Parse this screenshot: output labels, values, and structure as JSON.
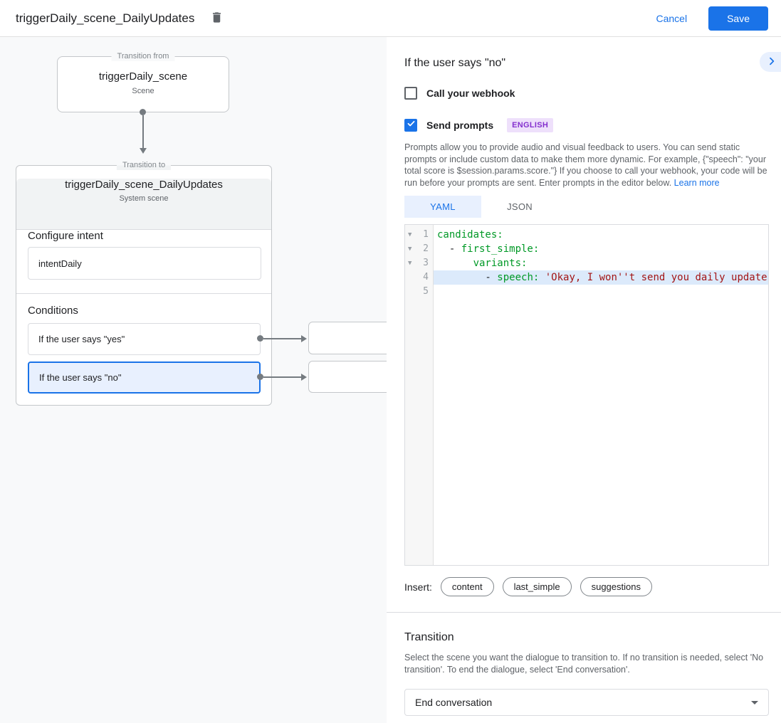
{
  "header": {
    "title": "triggerDaily_scene_DailyUpdates",
    "cancel_label": "Cancel",
    "save_label": "Save"
  },
  "diagram": {
    "from_box": {
      "legend": "Transition from",
      "title": "triggerDaily_scene",
      "subtitle": "Scene"
    },
    "to_box": {
      "legend": "Transition to",
      "title": "triggerDaily_scene_DailyUpdates",
      "subtitle": "System scene",
      "configure_intent_label": "Configure intent",
      "intent_value": "intentDaily",
      "conditions_label": "Conditions",
      "conditions": [
        {
          "label": "If the user says \"yes\"",
          "selected": false
        },
        {
          "label": "If the user says \"no\"",
          "selected": true
        }
      ]
    }
  },
  "panel": {
    "title": "If the user says \"no\"",
    "webhook": {
      "label": "Call your webhook",
      "checked": false
    },
    "prompts": {
      "label": "Send prompts",
      "checked": true,
      "language_badge": "ENGLISH"
    },
    "description": "Prompts allow you to provide audio and visual feedback to users. You can send static prompts or include custom data to make them more dynamic. For example, {\"speech\": \"your total score is $session.params.score.\"} If you choose to call your webhook, your code will be run before your prompts are sent. Enter prompts in the editor below. ",
    "learn_more_label": "Learn more",
    "tabs": [
      {
        "label": "YAML",
        "selected": true
      },
      {
        "label": "JSON",
        "selected": false
      }
    ],
    "editor": {
      "language": "yaml",
      "lines": [
        {
          "num": "1",
          "segments": [
            {
              "text": "candidates:",
              "type": "key"
            }
          ]
        },
        {
          "num": "2",
          "segments": [
            {
              "text": "  - ",
              "type": "plain"
            },
            {
              "text": "first_simple:",
              "type": "key"
            }
          ]
        },
        {
          "num": "3",
          "segments": [
            {
              "text": "      ",
              "type": "plain"
            },
            {
              "text": "variants:",
              "type": "key"
            }
          ]
        },
        {
          "num": "4",
          "segments": [
            {
              "text": "        - ",
              "type": "plain"
            },
            {
              "text": "speech: ",
              "type": "key"
            },
            {
              "text": "'Okay, I won''t send you daily update",
              "type": "string"
            }
          ]
        },
        {
          "num": "5",
          "segments": [
            {
              "text": "",
              "type": "plain"
            }
          ]
        }
      ]
    },
    "insert": {
      "label": "Insert:",
      "chips": [
        "content",
        "last_simple",
        "suggestions"
      ]
    },
    "transition": {
      "title": "Transition",
      "description": "Select the scene you want the dialogue to transition to. If no transition is needed, select 'No transition'. To end the dialogue, select 'End conversation'.",
      "value": "End conversation"
    }
  },
  "colors": {
    "accent": "#1a73e8",
    "selected_fill": "#e8f0fe",
    "canvas_bg": "#f8f9fa",
    "code_key": "#009926",
    "code_string": "#a31515",
    "badge_text": "#8430ce"
  }
}
